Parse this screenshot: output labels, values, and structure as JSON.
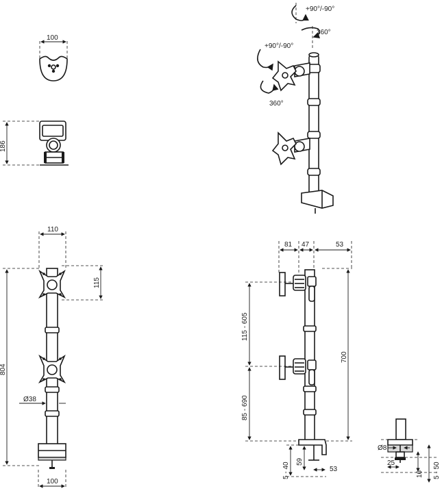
{
  "top_view": {
    "width_label": "100"
  },
  "side_clamp": {
    "height_label": "186"
  },
  "perspective": {
    "tilt_label": "+90°/-90°",
    "rotate_top_label": "360°",
    "tilt_left_label": "+90°/-90°",
    "rotate_left_label": "360°"
  },
  "front_view": {
    "vesa_width_label": "110",
    "vesa_height_label": "115",
    "total_height_label": "804",
    "pole_diameter_label": "Ø38",
    "base_width_label": "100"
  },
  "side_view": {
    "arm_label": "81",
    "clamp_label": "47",
    "offset_label": "53",
    "upper_range_label": "115 - 605",
    "lower_range_label": "85 - 690",
    "pole_height_label": "700",
    "desk_range_label": "5 - 40",
    "clamp_depth_label": "59",
    "clamp_base_label": "53"
  },
  "grommet_view": {
    "bolt_diameter_label": "Ø8",
    "bolt_offset_label": "25",
    "plate_label": "16",
    "desk_range_label": "5 - 50"
  }
}
